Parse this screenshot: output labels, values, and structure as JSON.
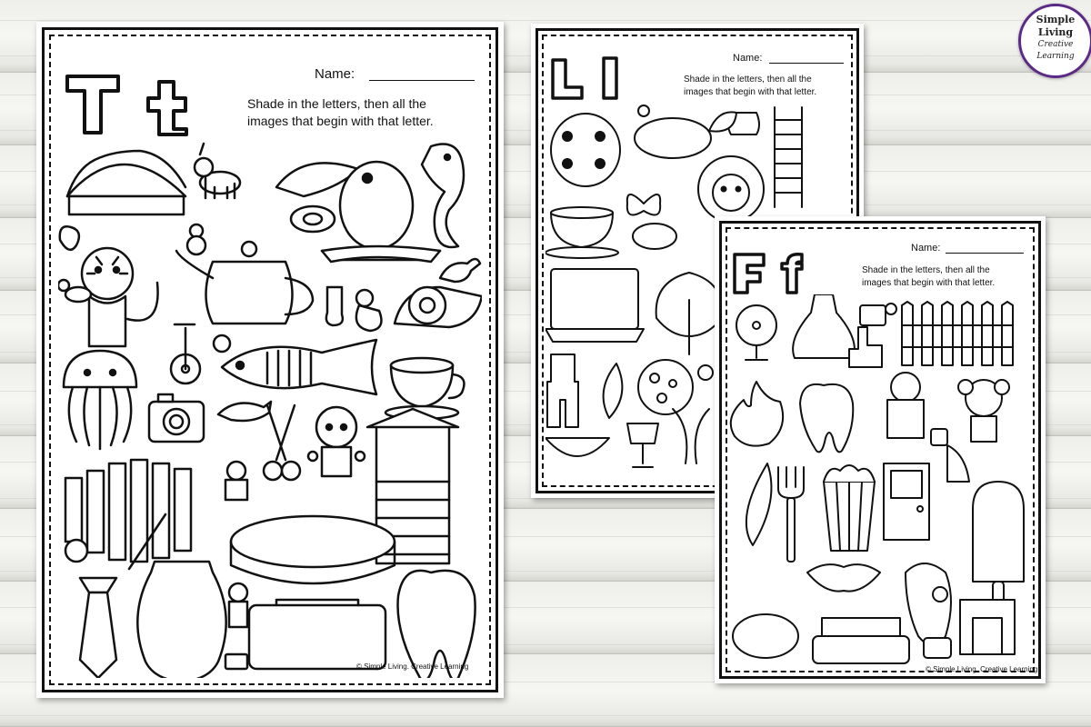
{
  "logo": {
    "line1": "Simple",
    "line2": "Living",
    "line3": "Creative",
    "line4": "Learning",
    "accent": "#5b2a86"
  },
  "sheets": [
    {
      "id": "t",
      "upper": "T",
      "lower": "t",
      "name_label": "Name:",
      "instr1": "Shade in the letters, then all the",
      "instr2": "images that begin with that letter.",
      "copyright": "© Simple Living. Creative Learning",
      "icons": [
        "taco-icon",
        "unicorn-icon",
        "toucan-icon",
        "seahorse-icon",
        "tape-icon",
        "jellybean-icon",
        "snowman-icon",
        "tiger-icon",
        "teapot-icon",
        "unicycle-icon",
        "socks-icon",
        "goose-icon",
        "tape-dispenser-icon",
        "dinosaur-icon",
        "horse-icon",
        "volleyball-icon",
        "jellyfish-icon",
        "fish-icon",
        "teacup-icon",
        "camera-icon",
        "dolphin-icon",
        "scissors-icon",
        "boy-icon",
        "well-icon",
        "xylophone-icon",
        "bear-icon",
        "tambourine-icon",
        "peacock-icon",
        "tie-icon",
        "vase-icon",
        "man-icon",
        "wallet-icon",
        "toaster-icon",
        "tooth-icon"
      ]
    },
    {
      "id": "l",
      "upper": "L",
      "lower": "l",
      "name_label": "Name:",
      "instr1": "Shade in the letters, then all the",
      "instr2": "images that begin with that letter.",
      "icons": [
        "ladybug-icon",
        "spider-icon",
        "lemon-icon",
        "teapot-icon",
        "leaf-icon",
        "ladder-icon",
        "lion-icon",
        "butterfly-icon",
        "teacup-icon",
        "nest-icon",
        "laptop-icon",
        "peacock-icon",
        "overalls-icon",
        "leaf-icon",
        "moon-icon",
        "zipper-icon",
        "watermelon-icon",
        "lamp-icon",
        "snowman-icon"
      ]
    },
    {
      "id": "f",
      "upper": "F",
      "lower": "f",
      "name_label": "Name:",
      "instr1": "Shade in the letters, then all the",
      "instr2": "images that begin with that letter.",
      "copyright": "© Simple Living. Creative Learning",
      "icons": [
        "fan-icon",
        "dress-icon",
        "bag-icon",
        "kiwi-icon",
        "fence-icon",
        "finger-icon",
        "fire-icon",
        "tooth-icon",
        "gorilla-icon",
        "girl-icon",
        "dice-icon",
        "harp-icon",
        "feather-icon",
        "fork-icon",
        "popcorn-icon",
        "door-icon",
        "popsicle-icon",
        "lips-icon",
        "foot-icon",
        "football-icon",
        "sofa-icon",
        "fireplace-icon",
        "camera-icon",
        "rooster-icon"
      ]
    }
  ]
}
